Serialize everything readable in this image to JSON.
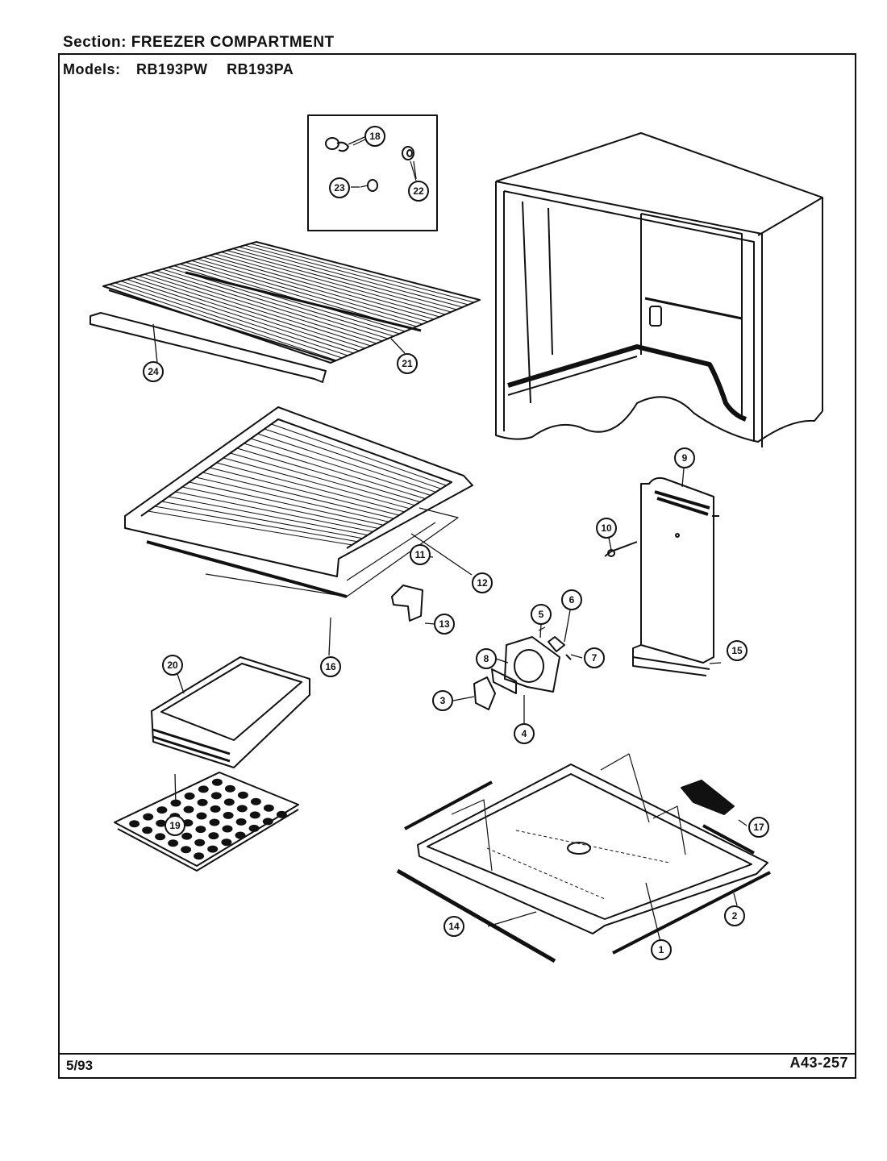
{
  "header": {
    "section_label": "Section:",
    "section_value": "FREEZER COMPARTMENT",
    "models_label": "Models:",
    "models": [
      "RB193PW",
      "RB193PA"
    ]
  },
  "footer": {
    "date": "5/93",
    "code": "A43-257"
  },
  "callouts": [
    {
      "part": "1"
    },
    {
      "part": "2"
    },
    {
      "part": "3"
    },
    {
      "part": "4"
    },
    {
      "part": "5"
    },
    {
      "part": "6"
    },
    {
      "part": "7"
    },
    {
      "part": "8"
    },
    {
      "part": "9"
    },
    {
      "part": "10"
    },
    {
      "part": "11"
    },
    {
      "part": "12"
    },
    {
      "part": "13"
    },
    {
      "part": "14"
    },
    {
      "part": "15"
    },
    {
      "part": "16"
    },
    {
      "part": "17"
    },
    {
      "part": "18"
    },
    {
      "part": "19"
    },
    {
      "part": "20"
    },
    {
      "part": "21"
    },
    {
      "part": "22"
    },
    {
      "part": "23"
    },
    {
      "part": "24"
    }
  ]
}
